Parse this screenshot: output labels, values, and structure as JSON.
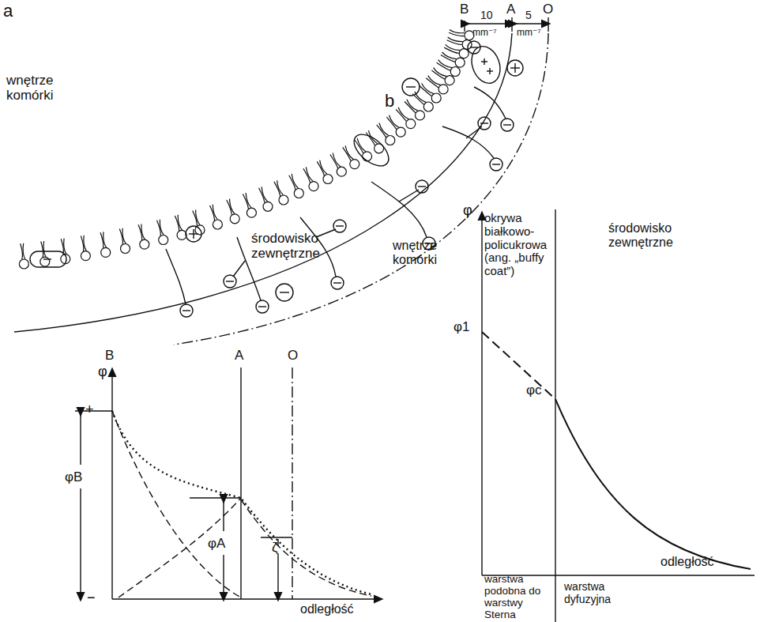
{
  "diagram": {
    "labels": [
      "a",
      "B",
      "A",
      "O",
      "10",
      "mm⁻⁷",
      "5",
      "mm⁻⁷",
      "wnętrze komórki",
      "środowisko zewnętrzne",
      "b",
      "φ",
      "wnętrze komórki",
      "okrywa białkowo-policukrowa (ang. „buffy coat”)",
      "środowisko zewnętrzne",
      "φ1",
      "φc",
      "odległość",
      "warstwa podobna do warstwy Sterna",
      "warstwa dyfuzyjna",
      "B",
      "A",
      "O",
      "φ",
      "+",
      "−",
      "φB",
      "φA",
      "ζ",
      "odległość"
    ]
  }
}
